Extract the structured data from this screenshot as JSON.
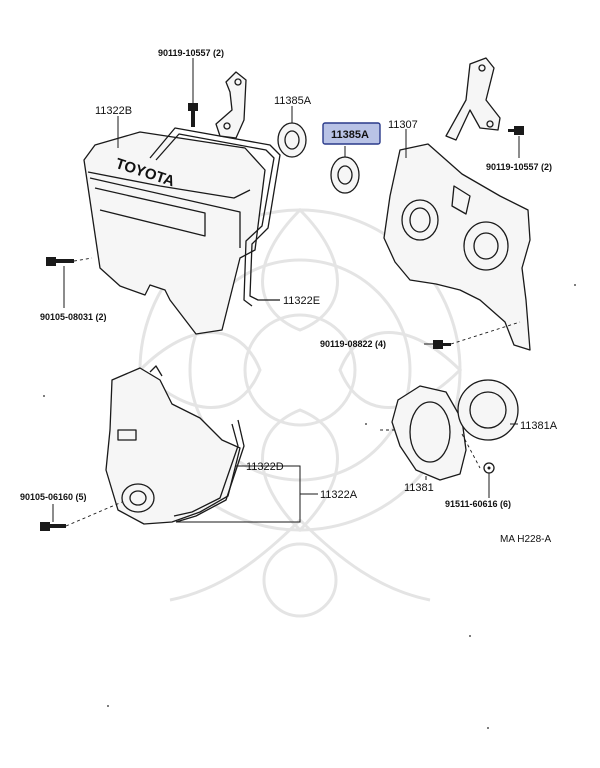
{
  "diagram": {
    "highlight_color": "#b9c3e6",
    "labels": {
      "bolt_top": "90119-10557 (2)",
      "bolt_right": "90119-10557 (2)",
      "cover_no2": "11322B",
      "seal_left": "11385A",
      "seal_selected": "11385A",
      "plate": "11307",
      "gasket_e": "11322E",
      "bolt_left": "90105-08031 (2)",
      "bolt_plate": "90119-08822 (4)",
      "oil_seal": "11381A",
      "retainer": "11381",
      "screw": "91511-60616 (6)",
      "gasket_d": "11322D",
      "cover_no1": "11322A",
      "bolt_lower": "90105-06160 (5)",
      "figure_code": "MA  H228-A"
    },
    "logo_text": "TOYOTA"
  }
}
